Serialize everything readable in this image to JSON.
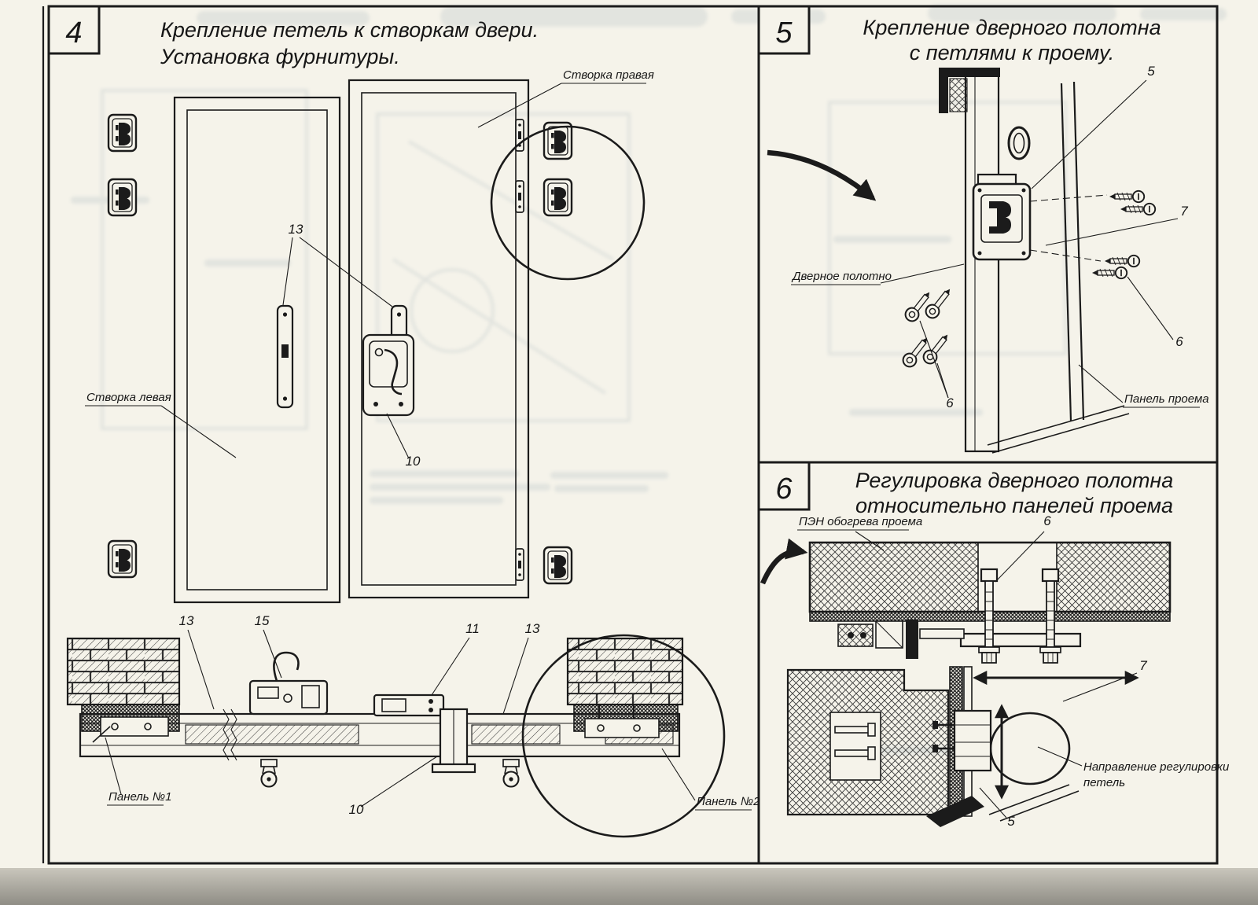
{
  "colors": {
    "paper": "#f5f3ea",
    "ink": "#1b1b1b",
    "ghost": "#5f7d92",
    "scan_shadow": "#8f8d85"
  },
  "panel4": {
    "number": "4",
    "title": [
      "Крепление петель к створкам двери.",
      "Установка фурнитуры."
    ],
    "labels": {
      "right_leaf": "Створка правая",
      "left_leaf": "Створка левая",
      "panel_1": "Панель №1",
      "panel_2": "Панель №2"
    },
    "callouts": {
      "hinge_plates": "13",
      "lock": "10",
      "bottom_13_left": "13",
      "bottom_15": "15",
      "bottom_11": "11",
      "bottom_13_right": "13",
      "bottom_10": "10"
    }
  },
  "panel5": {
    "number": "5",
    "title": [
      "Крепление дверного полотна",
      "с петлями к проему."
    ],
    "labels": {
      "door_leaf": "Дверное полотно",
      "opening_panel": "Панель проема"
    },
    "callouts": {
      "top_5": "5",
      "right_7": "7",
      "right_6": "6",
      "left_6": "6"
    }
  },
  "panel6": {
    "number": "6",
    "title": [
      "Регулировка дверного полотна",
      "относительно панелей проема"
    ],
    "labels": {
      "heater": "ПЭН обогрева проема",
      "direction": [
        "Направление регулировки",
        "петель"
      ]
    },
    "callouts": {
      "bolt_6": "6",
      "pin_7": "7",
      "bottom_5": "5"
    }
  }
}
